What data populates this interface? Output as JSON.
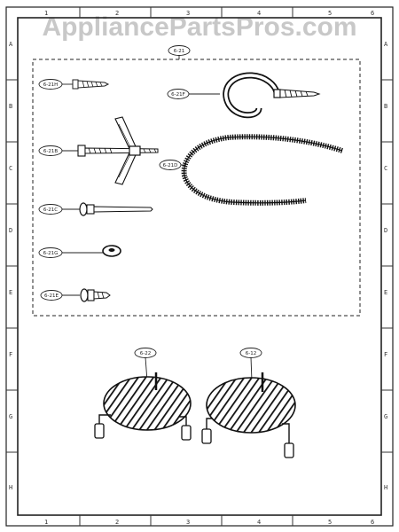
{
  "watermark": "AppliancePartsPros.com",
  "border_markers": {
    "top": [
      "1",
      "2",
      "3",
      "4",
      "5",
      "6"
    ],
    "bottom": [
      "1",
      "2",
      "3",
      "4",
      "5",
      "6"
    ],
    "left": [
      "A",
      "B",
      "C",
      "D",
      "E",
      "F",
      "G",
      "H"
    ],
    "right": [
      "A",
      "B",
      "C",
      "D",
      "E",
      "F",
      "G",
      "H"
    ]
  },
  "callouts": {
    "kit": "6-21",
    "wall_anchor": "6-21H",
    "cup_hook": "6-21F",
    "toggle_bolt": "6-21B",
    "spacer_strip": "6-21D",
    "long_screw": "6-21C",
    "washer": "6-21G",
    "short_screw": "6-21E",
    "rack_a": "6-22",
    "rack_b": "6-12"
  }
}
